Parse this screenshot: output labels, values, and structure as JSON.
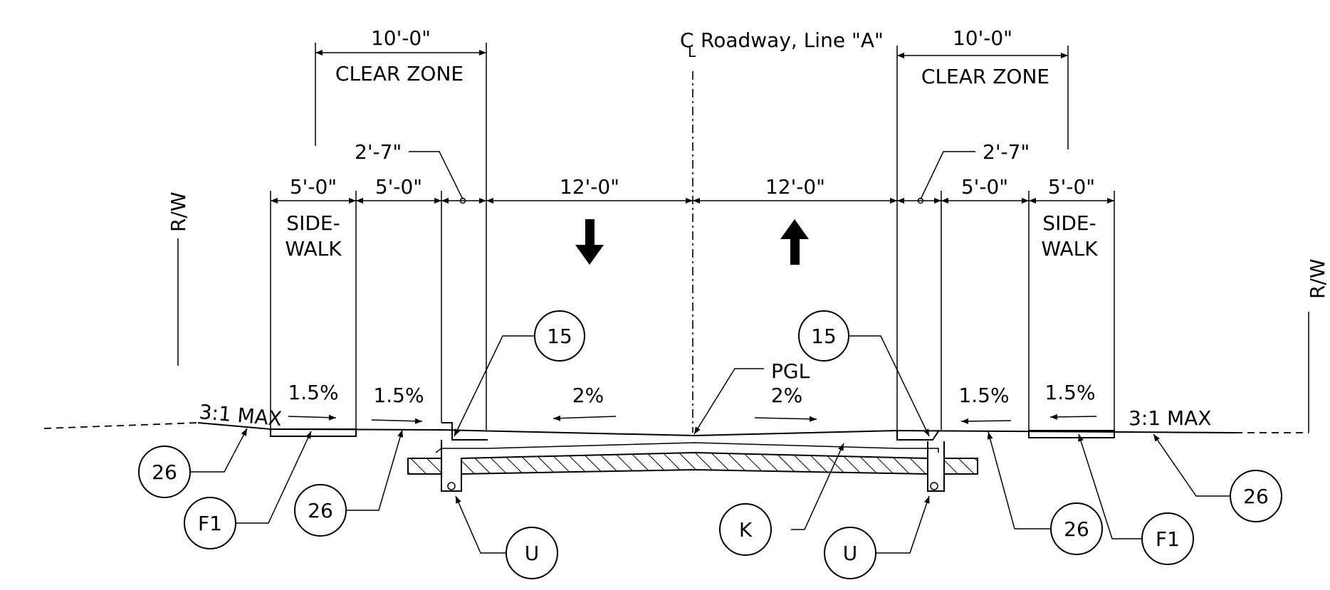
{
  "centerline": {
    "symbol": "C",
    "sub_symbol": "L",
    "label": "Roadway, Line \"A\""
  },
  "clear_zone": {
    "dimension": "10'-0\"",
    "label": "CLEAR ZONE"
  },
  "offsets": {
    "gutter": "2'-7\"",
    "sidewalk_width": "5'-0\"",
    "buffer_width": "5'-0\"",
    "lane_width": "12'-0\""
  },
  "sidewalk_label": {
    "line1": "SIDE-",
    "line2": "WALK"
  },
  "right_of_way": "R/W",
  "slopes": {
    "sidewalk": "1.5%",
    "buffer": "1.5%",
    "lane": "2%",
    "fill_slope": "3:1 MAX"
  },
  "profile_grade": "PGL",
  "callouts": {
    "curb": "15",
    "subgrade": "26",
    "sidewalk_section": "F1",
    "underdrain": "U",
    "pavement": "K"
  }
}
